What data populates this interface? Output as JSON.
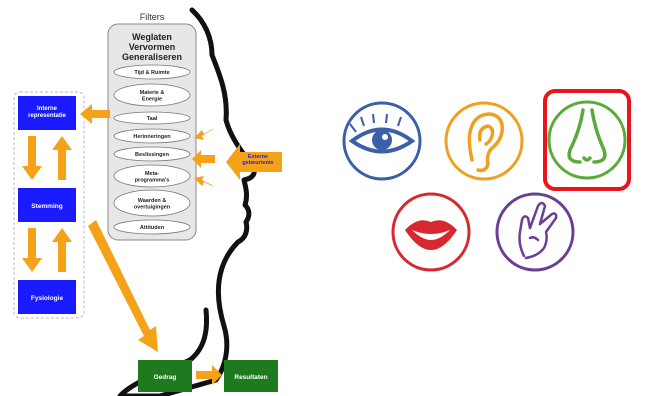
{
  "model": {
    "filters_title": "Filters",
    "filter_header": [
      "Weglaten",
      "Vervormen",
      "Generaliseren"
    ],
    "filter_items": [
      [
        "Tijd & Ruimte"
      ],
      [
        "Materie &",
        "Energie"
      ],
      [
        "Taal"
      ],
      [
        "Herinneringen"
      ],
      [
        "Beslissingen"
      ],
      [
        "Meta-",
        "programma's"
      ],
      [
        "Waarden &",
        "overtuigingen"
      ],
      [
        "Attituden"
      ]
    ],
    "internal_states": [
      [
        "Interne",
        "representatie"
      ],
      [
        "Stemming"
      ],
      [
        "Fysiologie"
      ]
    ],
    "external_event": [
      "Externe",
      "gebeurtenis"
    ],
    "behavior": "Gedrag",
    "results": "Resultaten"
  },
  "senses": [
    {
      "icon": "eye-icon",
      "color": "#3b5fa8"
    },
    {
      "icon": "ear-icon",
      "color": "#f0a020"
    },
    {
      "icon": "nose-icon",
      "color": "#5aab3c",
      "highlighted": true
    },
    {
      "icon": "mouth-icon",
      "color": "#d6282e"
    },
    {
      "icon": "hand-icon",
      "color": "#6b3f96"
    }
  ],
  "colors": {
    "blue_box": "#1a1aff",
    "green_box": "#1f7a1f",
    "arrow": "#f5a219",
    "highlight": "#e8161b"
  }
}
